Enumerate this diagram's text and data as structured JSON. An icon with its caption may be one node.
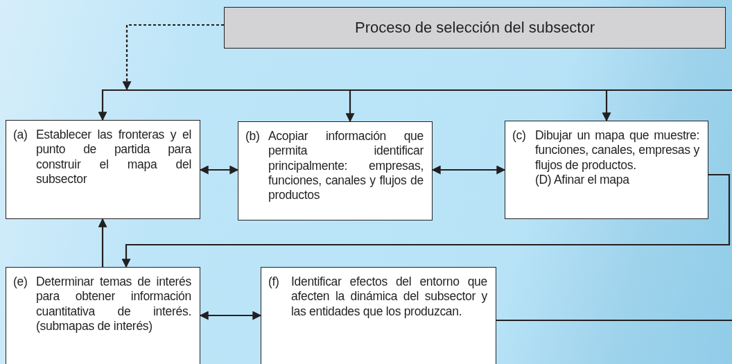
{
  "diagram": {
    "nodes": [
      {
        "text": [
          "Proceso de selección del subsector"
        ]
      },
      {
        "text": [
          "(a)",
          "Establecer las fronteras y el punto de partida para construir el  mapa del subsector"
        ]
      },
      {
        "text": [
          "(b)",
          "Acopiar información que permita identificar principalmente: empresas, funciones, canales y flujos de productos"
        ]
      },
      {
        "text": [
          "(c)",
          "Dibujar un mapa que muestre: funciones, canales, empresas y flujos de productos.",
          "(D) Afinar el mapa"
        ]
      },
      {
        "text": [
          "(e)",
          "Determinar temas de interés para obtener información cuantitativa de interés. (submapas de interés)"
        ]
      },
      {
        "text": [
          "(f)",
          "Identificar efectos del entorno que afecten la dinámica del subsector y las entidades que los produzcan."
        ]
      }
    ],
    "edges": [
      {
        "from": 0,
        "to": null,
        "arrow": "to",
        "style": "dashed"
      },
      {
        "from": null,
        "to": 1,
        "arrow": "to"
      },
      {
        "from": null,
        "to": 2,
        "arrow": "to"
      },
      {
        "from": null,
        "to": 3,
        "arrow": "to"
      },
      {
        "from": 1,
        "to": 2,
        "arrow": "both"
      },
      {
        "from": 2,
        "to": 3,
        "arrow": "both"
      },
      {
        "from": 3,
        "to": 4,
        "arrow": "to"
      },
      {
        "from": 4,
        "to": 1,
        "arrow": "to"
      },
      {
        "from": 4,
        "to": 5,
        "arrow": "both"
      },
      {
        "from": 5,
        "to": null,
        "arrow": "none"
      }
    ]
  }
}
